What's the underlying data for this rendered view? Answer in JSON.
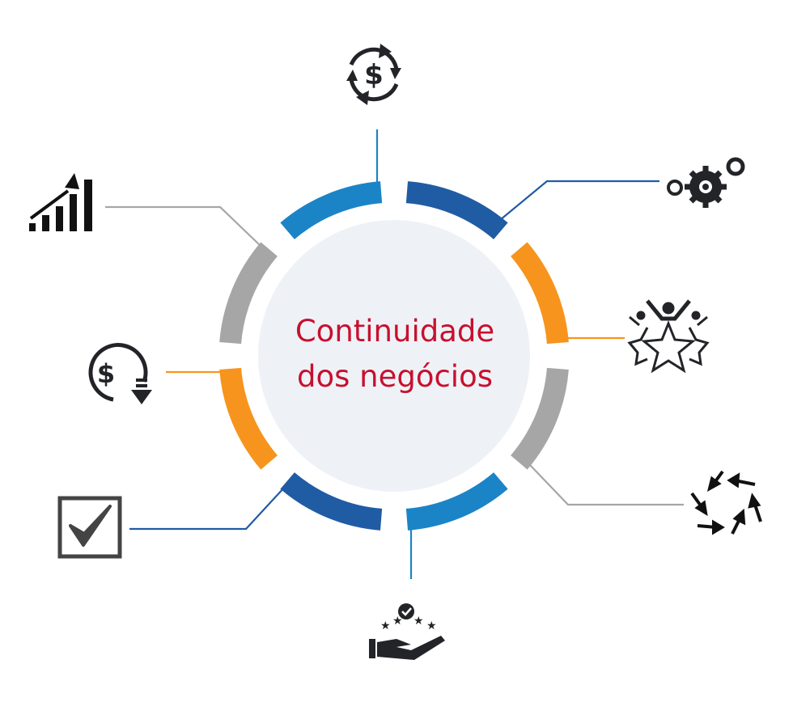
{
  "center": {
    "line1": "Continuidade",
    "line2": "dos negócios",
    "text_color": "#c8102e",
    "fill_color": "#eef2f7"
  },
  "ring_segments": [
    {
      "position": "top-right",
      "color": "#1f5ca3",
      "icon": "gears-icon"
    },
    {
      "position": "right-upper",
      "color": "#f7941d",
      "icon": "team-stars-icon"
    },
    {
      "position": "right-lower",
      "color": "#a6a6a6",
      "icon": "circular-arrows-icon"
    },
    {
      "position": "bottom-right",
      "color": "#1b84c6",
      "icon": "hand-stars-check-icon"
    },
    {
      "position": "bottom-left",
      "color": "#1f5ca3",
      "icon": "checkbox-icon"
    },
    {
      "position": "left-lower",
      "color": "#f7941d",
      "icon": "dollar-down-icon"
    },
    {
      "position": "left-upper",
      "color": "#a6a6a6",
      "icon": "growth-chart-icon"
    },
    {
      "position": "top-left",
      "color": "#1b84c6",
      "icon": "dollar-cycle-icon"
    }
  ],
  "icon_color": "#222428"
}
